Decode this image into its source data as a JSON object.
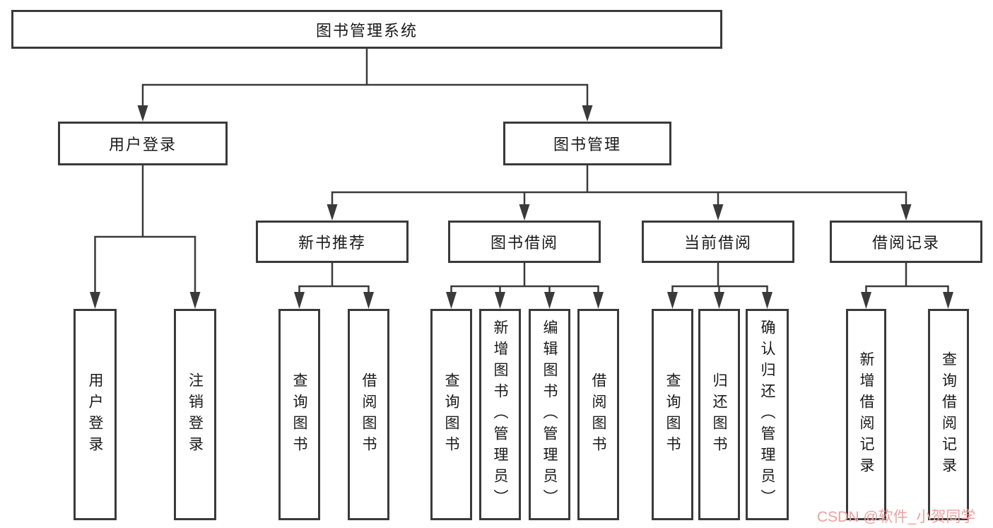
{
  "colors": {
    "line": "#3a3a3a",
    "box_border": "#3a3a3a",
    "text": "#1a1a1a",
    "background": "#ffffff",
    "watermark": "#f0a0a0"
  },
  "watermark": {
    "text": "CSDN @软件_小贺同学"
  },
  "tree": {
    "root": {
      "label": "图书管理系统",
      "children": [
        {
          "label": "用户登录",
          "children": [
            {
              "label": "用户登录"
            },
            {
              "label": "注销登录"
            }
          ]
        },
        {
          "label": "图书管理",
          "children": [
            {
              "label": "新书推荐",
              "children": [
                {
                  "label": "查询图书"
                },
                {
                  "label": "借阅图书"
                }
              ]
            },
            {
              "label": "图书借阅",
              "children": [
                {
                  "label": "查询图书"
                },
                {
                  "label": "新增图书（管理员）"
                },
                {
                  "label": "编辑图书（管理员）"
                },
                {
                  "label": "借阅图书"
                }
              ]
            },
            {
              "label": "当前借阅",
              "children": [
                {
                  "label": "查询图书"
                },
                {
                  "label": "归还图书"
                },
                {
                  "label": "确认归还（管理员）"
                }
              ]
            },
            {
              "label": "借阅记录",
              "children": [
                {
                  "label": "新增借阅记录"
                },
                {
                  "label": "查询借阅记录"
                }
              ]
            }
          ]
        }
      ]
    }
  }
}
